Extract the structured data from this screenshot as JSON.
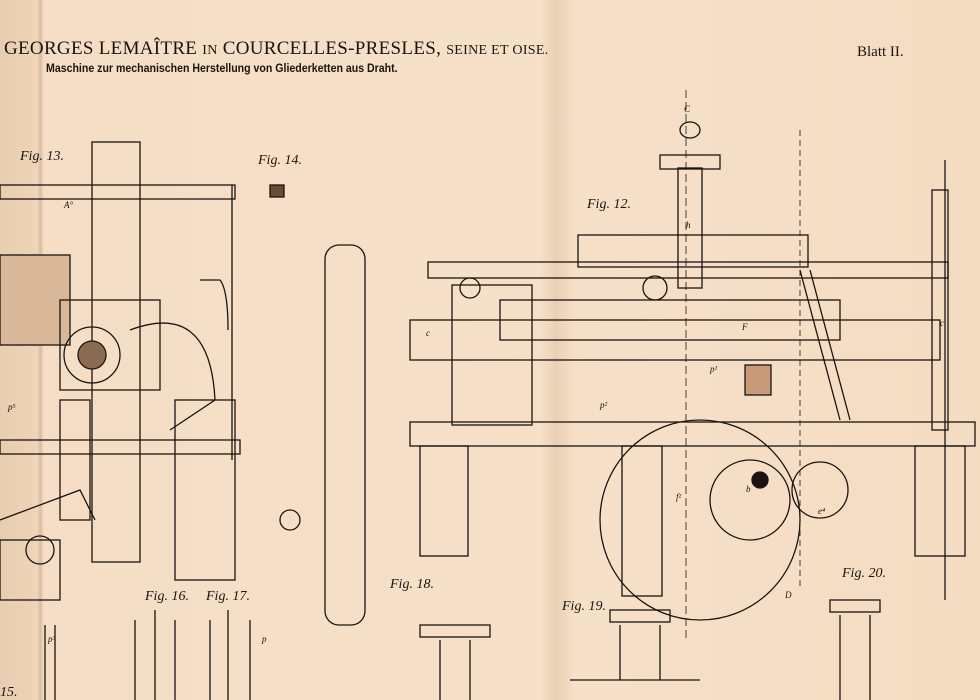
{
  "header": {
    "inventor": "GEORGES LEMAÎTRE",
    "in_word": "IN",
    "place": "COURCELLES-PRESLES,",
    "region": "SEINE ET OISE.",
    "subtitle": "Maschine zur mechanischen Herstellung von Gliederketten aus Draht.",
    "sheet": "Blatt II."
  },
  "figures": {
    "fig12": "Fig. 12.",
    "fig13": "Fig. 13.",
    "fig14": "Fig. 14.",
    "fig15": "15.",
    "fig16": "Fig. 16.",
    "fig17": "Fig. 17.",
    "fig18": "Fig. 18.",
    "fig19": "Fig. 19.",
    "fig20": "Fig. 20."
  },
  "part_labels": {
    "C": "C",
    "h": "h",
    "b": "b",
    "c_left": "c",
    "c_right": "c",
    "D": "D",
    "F": "F",
    "p1": "p¹",
    "p2": "p²",
    "p3": "p³",
    "p5": "p⁵",
    "f2": "f²",
    "e4": "e⁴",
    "A": "A°",
    "p": "p"
  }
}
